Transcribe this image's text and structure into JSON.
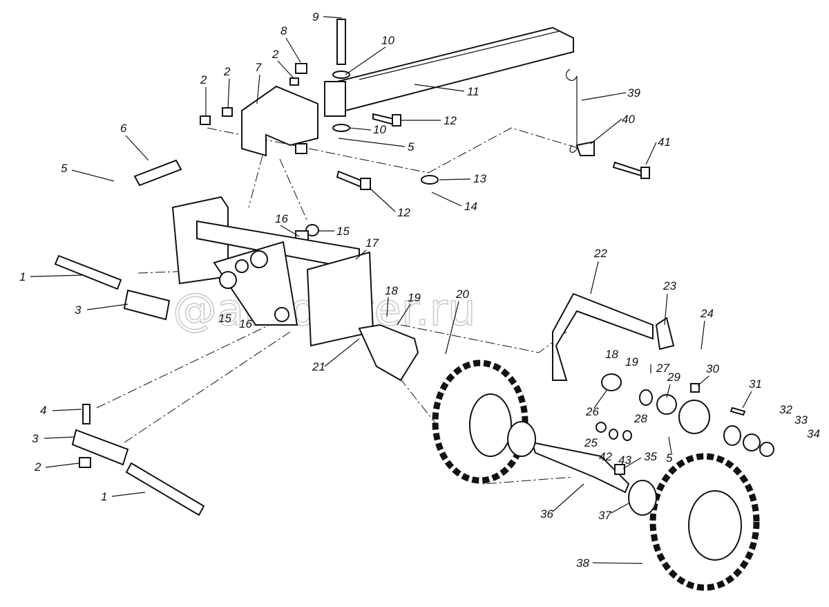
{
  "diagram": {
    "title": "Exploded view: tow bar, front axle and wheels",
    "watermark": "autopiter.ru",
    "callouts": [
      "1",
      "3",
      "8",
      "9",
      "10",
      "2",
      "2",
      "2",
      "7",
      "11",
      "12",
      "10",
      "5",
      "39",
      "40",
      "41",
      "6",
      "5",
      "13",
      "14",
      "12",
      "16",
      "15",
      "17",
      "15",
      "16",
      "22",
      "23",
      "24",
      "18",
      "19",
      "20",
      "18",
      "19",
      "27",
      "29",
      "30",
      "31",
      "26",
      "28",
      "32",
      "33",
      "34",
      "25",
      "42",
      "43",
      "35",
      "5",
      "21",
      "4",
      "3",
      "2",
      "1",
      "36",
      "37",
      "38"
    ]
  }
}
